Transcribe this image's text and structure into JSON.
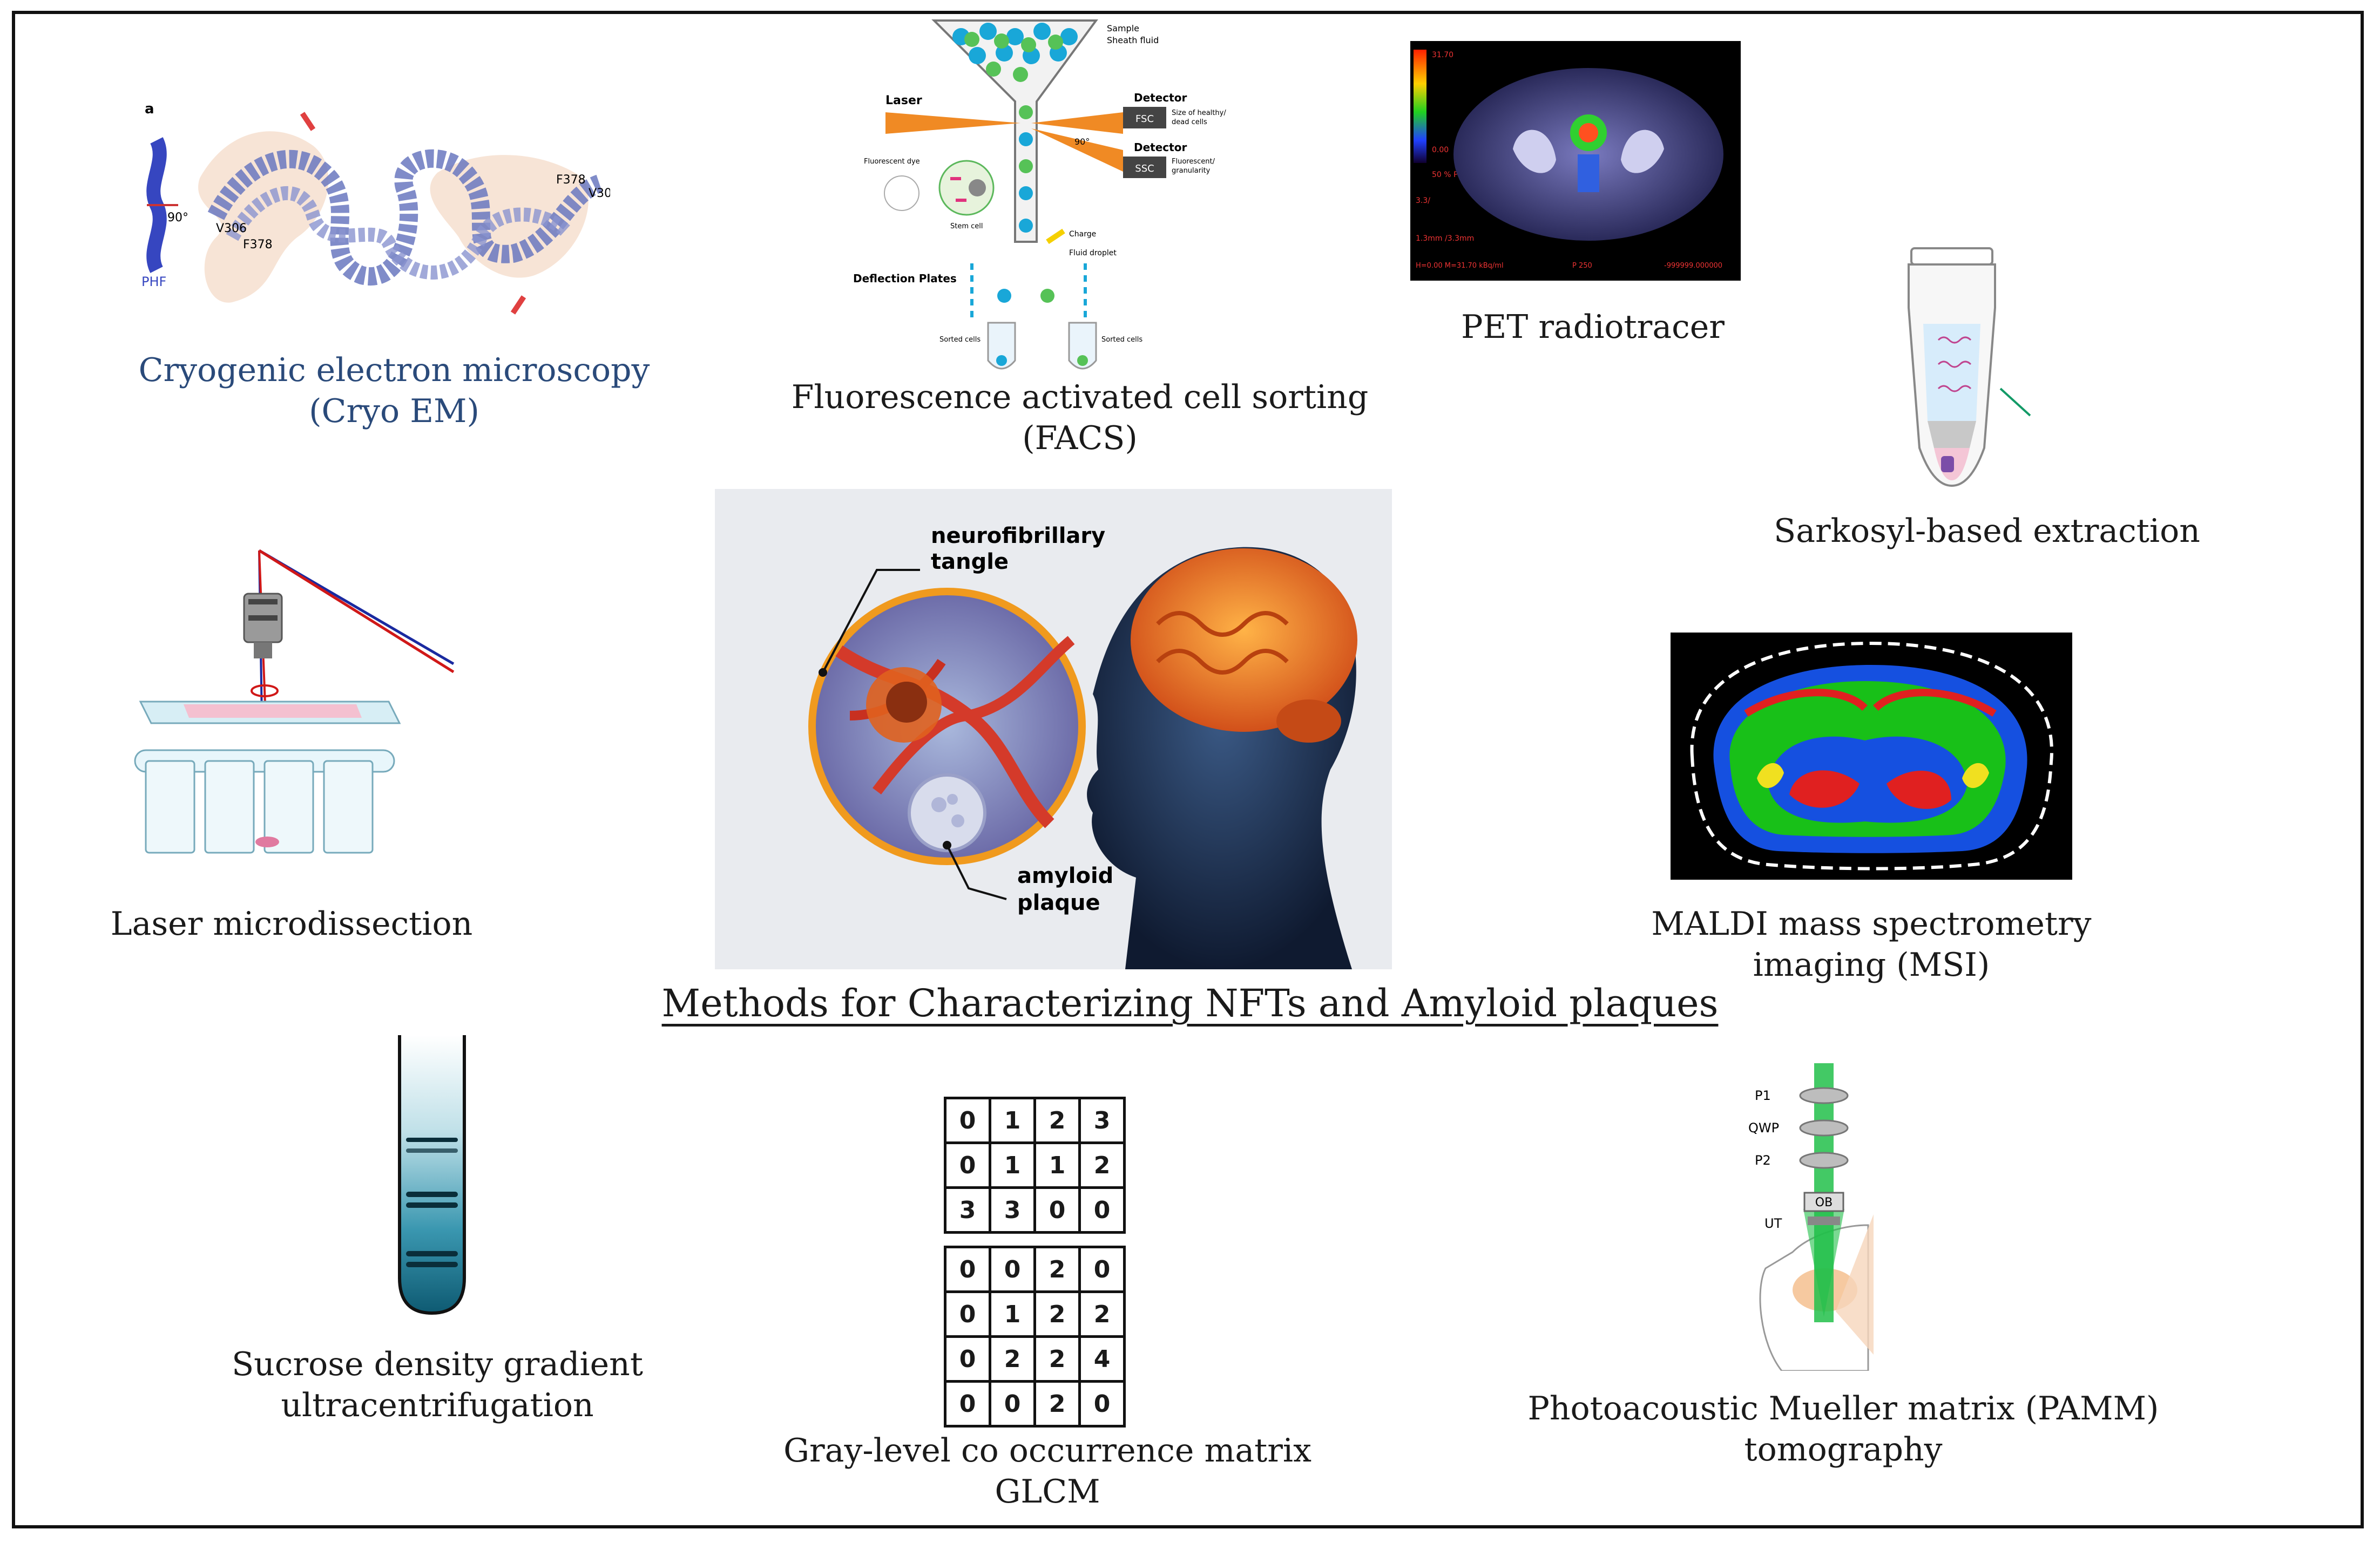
{
  "title": "Methods for Characterizing NFTs and Amyloid plaques",
  "center": {
    "label_nft_1": "neurofibrillary",
    "label_nft_2": "tangle",
    "label_amyloid_1": "amyloid",
    "label_amyloid_2": "plaque"
  },
  "cryo_em": {
    "caption_1": "Cryogenic electron microscopy",
    "caption_2": "(Cryo EM)",
    "caption_color": "#2a4a7a",
    "panel_letter": "a",
    "labels": {
      "phf": "PHF",
      "deg": "90°",
      "v306": "V306",
      "f378a": "F378",
      "f378b": "F378",
      "v30": "V30"
    }
  },
  "facs": {
    "caption_1": "Fluorescence activated cell sorting",
    "caption_2": "(FACS)",
    "labels": {
      "sample": "Sample",
      "sheath": "Sheath fluid",
      "laser": "Laser",
      "detector1": "Detector",
      "fsc": "FSC",
      "fsc_note_1": "Size of healthy/",
      "fsc_note_2": "dead cells",
      "deg": "90°",
      "detector2": "Detector",
      "ssc": "SSC",
      "ssc_note_1": "Fluorescent/",
      "ssc_note_2": "granularity",
      "dye": "Fluorescent dye",
      "stem": "Stem cell",
      "charge": "Charge",
      "droplet": "Fluid droplet",
      "plates": "Deflection Plates",
      "sorted1": "Sorted cells",
      "sorted2": "Sorted cells"
    }
  },
  "pet": {
    "caption": "PET radiotracer",
    "readouts": {
      "max": "31.70",
      "min": "0.00",
      "pet": "50 % PET",
      "ratio": "3.3/",
      "size": "1.3mm /3.3mm",
      "coords": "H=0.00 M=31.70 kBq/ml",
      "p": "P 250",
      "right": "-999999.000000"
    }
  },
  "sarkosyl": {
    "caption": "Sarkosyl-based extraction"
  },
  "laser_micro": {
    "caption": "Laser microdissection"
  },
  "maldi": {
    "caption_1": "MALDI mass spectrometry",
    "caption_2": "imaging (MSI)"
  },
  "sucrose": {
    "caption_1": "Sucrose density gradient",
    "caption_2": "ultracentrifugation"
  },
  "glcm": {
    "caption_1": "Gray-level co occurrence matrix",
    "caption_2": "GLCM",
    "matrix_top": [
      [
        "0",
        "1",
        "2",
        "3"
      ],
      [
        "0",
        "1",
        "1",
        "2"
      ],
      [
        "3",
        "3",
        "0",
        "0"
      ]
    ],
    "matrix_bottom": [
      [
        "0",
        "0",
        "2",
        "0"
      ],
      [
        "0",
        "1",
        "2",
        "2"
      ],
      [
        "0",
        "2",
        "2",
        "4"
      ],
      [
        "0",
        "0",
        "2",
        "0"
      ]
    ]
  },
  "pamm": {
    "caption_1": "Photoacoustic Mueller matrix (PAMM)",
    "caption_2": "tomography",
    "labels": {
      "p1": "P1",
      "qwp": "QWP",
      "p2": "P2",
      "ob": "OB",
      "ut": "UT"
    }
  }
}
